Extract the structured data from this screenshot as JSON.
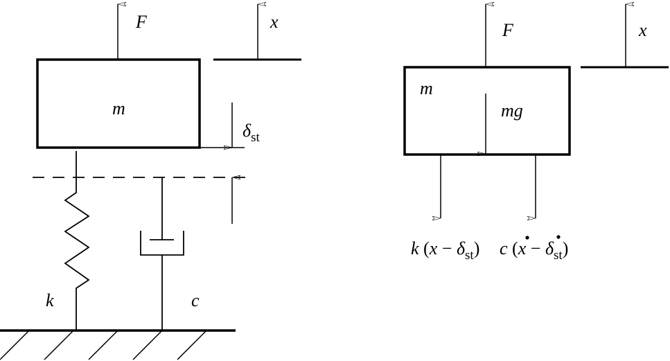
{
  "left": {
    "mass": "m",
    "force": "F",
    "displacement": "x",
    "delta": "δ",
    "delta_sub": "st",
    "spring": "k",
    "damper": "c"
  },
  "right": {
    "mass": "m",
    "force": "F",
    "displacement": "x",
    "weight": "mg",
    "spring_force": {
      "k": "k",
      "open": "(",
      "x": "x",
      "minus": "−",
      "delta": "δ",
      "sub": "st",
      "close": ")"
    },
    "damper_force": {
      "c": "c",
      "open": "(",
      "x": "x",
      "minus": "−",
      "delta": "δ",
      "sub": "st",
      "close": ")"
    }
  }
}
